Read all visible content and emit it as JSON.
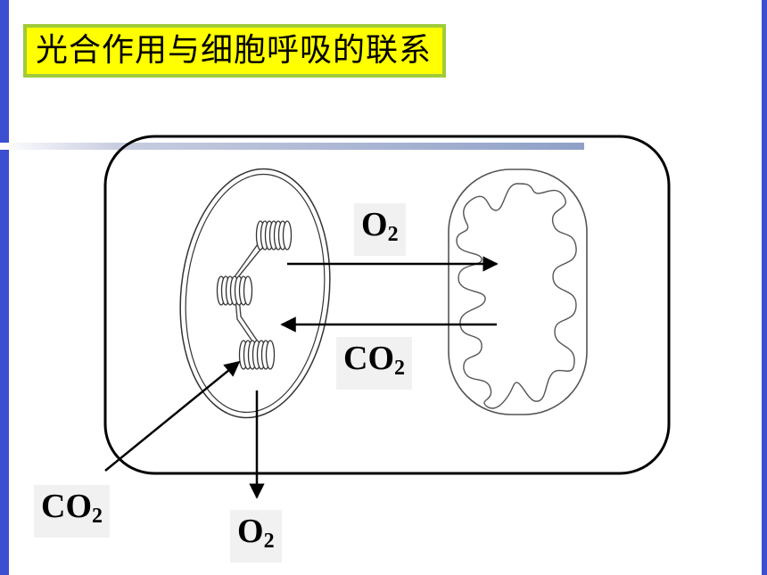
{
  "title": "光合作用与细胞呼吸的联系",
  "labels": {
    "o2_top": {
      "main": "O",
      "sub": "2"
    },
    "co2_right": {
      "main": "CO",
      "sub": "2"
    },
    "co2_bottom_left": {
      "main": "CO",
      "sub": "2"
    },
    "o2_bottom": {
      "main": "O",
      "sub": "2"
    }
  },
  "colors": {
    "title_background": "#ffff00",
    "title_border": "#9fcb3a",
    "side_stripe": "#3b4fd0"
  }
}
